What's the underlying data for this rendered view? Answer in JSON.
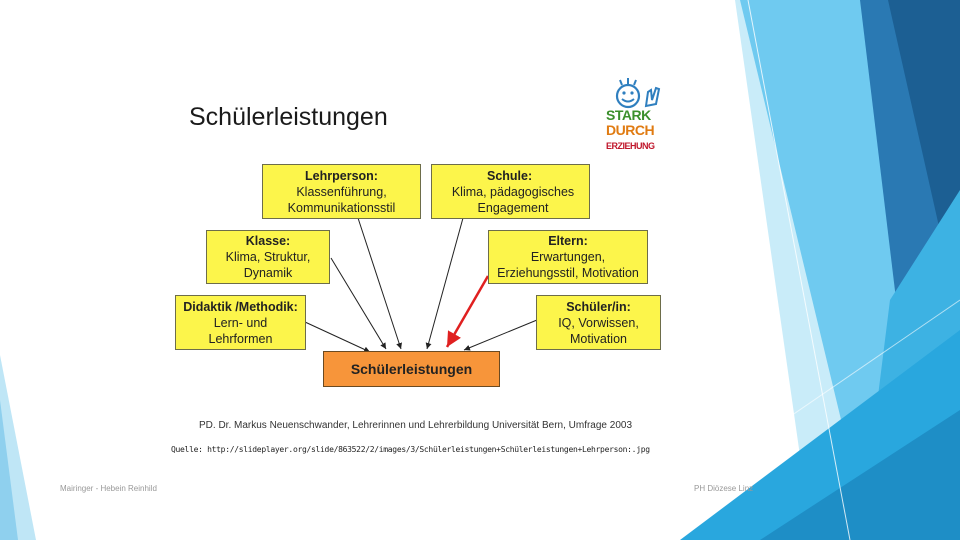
{
  "slide": {
    "title": "Schülerleistungen",
    "logo": {
      "line1": "STARK",
      "line2": "DURCH",
      "line3": "ERZIEHUNG"
    },
    "boxes": {
      "lehrperson": {
        "title": "Lehrperson:",
        "lines": [
          "Klassenführung,",
          "Kommunikationsstil"
        ]
      },
      "schule": {
        "title": "Schule:",
        "lines": [
          "Klima, pädagogisches",
          "Engagement"
        ]
      },
      "klasse": {
        "title": "Klasse:",
        "lines": [
          "Klima, Struktur,",
          "Dynamik"
        ]
      },
      "eltern": {
        "title": "Eltern:",
        "lines": [
          "Erwartungen,",
          "Erziehungsstil, Motivation"
        ]
      },
      "didaktik": {
        "title": "Didaktik /Methodik:",
        "lines": [
          "Lern- und",
          "Lehrformen"
        ]
      },
      "schueler": {
        "title": "Schüler/in:",
        "lines": [
          "IQ, Vorwissen,",
          "Motivation"
        ]
      }
    },
    "center_label": "Schülerleistungen",
    "citation": "PD. Dr. Markus Neuenschwander, Lehrerinnen und Lehrerbildung Universität Bern, Umfrage 2003",
    "source": "Quelle: http://slideplayer.org/slide/863522/2/images/3/Schülerleistungen+Schülerleistungen+Lehrperson:.jpg",
    "footer_left": "Mairinger - Hebein Reinhild",
    "footer_right": "PH Diözese Linz"
  },
  "colors": {
    "box_fill": "#fcf54b",
    "center_fill": "#f7953a",
    "highlight_arrow": "#e02020",
    "accent_light": "#a9dcf2",
    "accent_mid": "#3ab0e0",
    "accent_dark": "#1f6ea6"
  }
}
